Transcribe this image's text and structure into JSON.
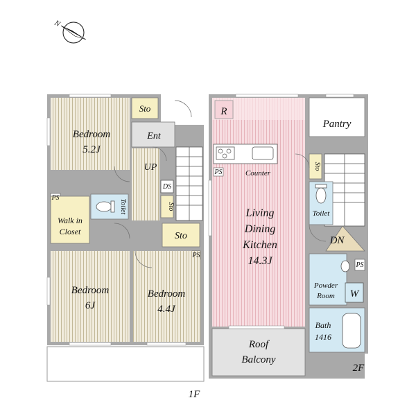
{
  "compass": {
    "label": "N"
  },
  "floors": {
    "first": "1F",
    "second": "2F"
  },
  "rooms_1f": {
    "bedroom_a": {
      "name": "Bedroom",
      "size": "5.2J"
    },
    "storage_top": "Sto",
    "entrance": "Ent",
    "up": "UP",
    "ds": "DS",
    "storage_small": "Sto",
    "toilet": "Toilet",
    "ps": "PS",
    "walk_in_closet": {
      "line1": "Walk in",
      "line2": "Closet"
    },
    "storage_mid": "Sto",
    "ps_mid": "PS",
    "bedroom_b": {
      "name": "Bedroom",
      "size": "6J"
    },
    "bedroom_c": {
      "name": "Bedroom",
      "size": "4.4J"
    }
  },
  "rooms_2f": {
    "refrigerator": "R",
    "ps": "PS",
    "counter": "Counter",
    "ldk": {
      "line1": "Living",
      "line2": "Dining",
      "line3": "Kitchen",
      "size": "14.3J"
    },
    "pantry": "Pantry",
    "storage": "Sto",
    "toilet": "Toilet",
    "down": "DN",
    "ps_right": "PS",
    "powder_room": {
      "line1": "Powder",
      "line2": "Room"
    },
    "washer": "W",
    "bath": {
      "line1": "Bath",
      "line2": "1416"
    },
    "roof_balcony": {
      "line1": "Roof",
      "line2": "Balcony"
    }
  }
}
